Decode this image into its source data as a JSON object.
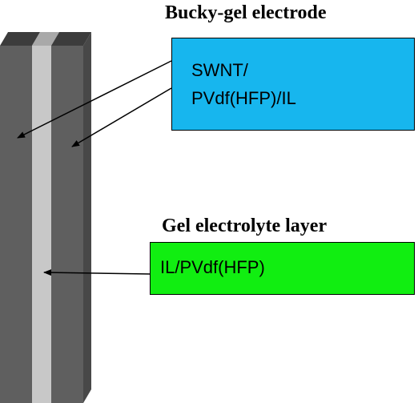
{
  "bucky_gel": {
    "heading": "Bucky-gel electrode",
    "box_lines": [
      "SWNT/",
      "PVdf(HFP)/IL"
    ],
    "box_color": "#17b6ee"
  },
  "gel_electrolyte": {
    "heading": "Gel electrolyte layer",
    "box_text": "IL/PVdf(HFP)",
    "box_color": "#11ee11"
  },
  "colors": {
    "electrode_front": "#5f5f5f",
    "electrode_side": "#484848",
    "electrode_top": "#3c3c3c",
    "electrolyte_front": "#c8c8c8",
    "electrolyte_top": "#a9a9a9"
  }
}
